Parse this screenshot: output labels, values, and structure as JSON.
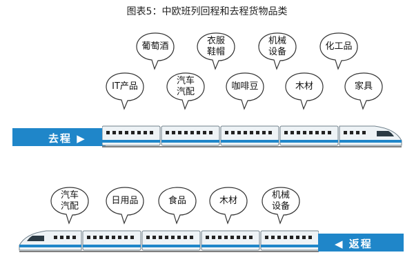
{
  "title": "图表5：中欧班列回程和去程货物品类",
  "outbound": {
    "label": "去程 ▶",
    "cargo": [
      "葡萄酒",
      "衣服\n鞋帽",
      "机械\n设备",
      "化工品",
      "IT产品",
      "汽车\n汽配",
      "咖啡豆",
      "木材",
      "家具"
    ]
  },
  "return": {
    "label": "◀ 返程",
    "cargo": [
      "汽车\n汽配",
      "日用品",
      "食品",
      "木材",
      "机械\n设备"
    ]
  },
  "colors": {
    "bar": "#1f86c9",
    "train_stripe": "#1f86c9",
    "train_body": "#eef3f6"
  }
}
